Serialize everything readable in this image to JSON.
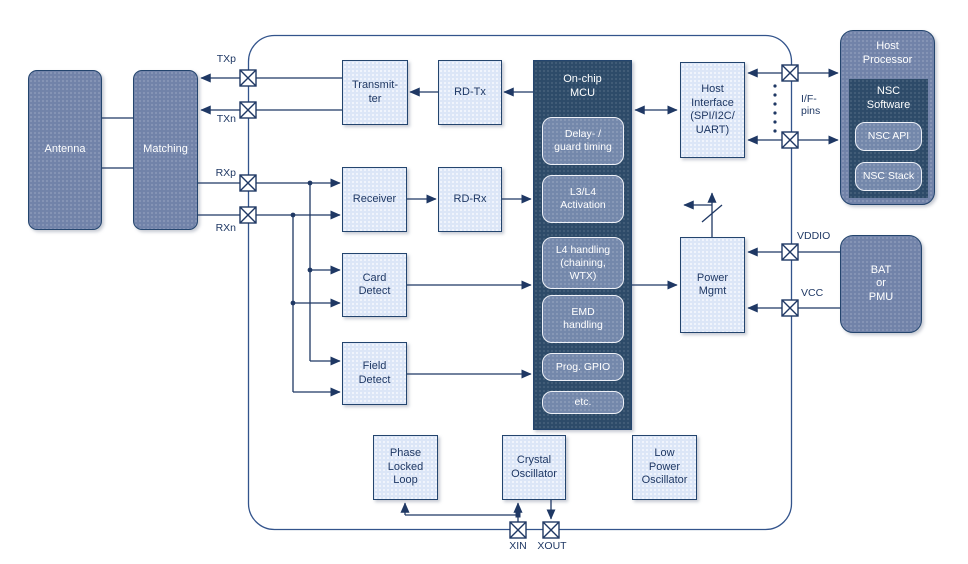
{
  "diagram": {
    "colors": {
      "line": "#1f3864",
      "block_light": "#dce6f7",
      "block_slate": "#7183a9",
      "block_dark": "#2d4b69",
      "text_dark": "#1f3864",
      "text_light": "#ffffff"
    },
    "blocks": {
      "antenna": {
        "label": "Antenna"
      },
      "matching": {
        "label": "Matching"
      },
      "transmitter": {
        "label": "Transmit-\nter"
      },
      "rd_tx": {
        "label": "RD-Tx"
      },
      "receiver": {
        "label": "Receiver"
      },
      "rd_rx": {
        "label": "RD-Rx"
      },
      "card_detect": {
        "label": "Card\nDetect"
      },
      "field_detect": {
        "label": "Field\nDetect"
      },
      "mcu": {
        "title": "On-chip\nMCU",
        "features": [
          "Delay- /\nguard timing",
          "L3/L4\nActivation",
          "L4 handling\n(chaining,\nWTX)",
          "EMD\nhandling",
          "Prog. GPIO",
          "etc."
        ]
      },
      "host_interface": {
        "label": "Host\nInterface\n(SPI/I2C/\nUART)"
      },
      "power_mgmt": {
        "label": "Power\nMgmt"
      },
      "host_processor": {
        "title": "Host\nProcessor",
        "software": {
          "title": "NSC\nSoftware",
          "items": [
            "NSC API",
            "NSC Stack"
          ]
        }
      },
      "bat_pmu": {
        "label": "BAT\nor\nPMU"
      },
      "pll": {
        "label": "Phase\nLocked\nLoop"
      },
      "crystal_osc": {
        "label": "Crystal\nOscillator"
      },
      "lp_osc": {
        "label": "Low\nPower\nOscillator"
      }
    },
    "pins": {
      "txp": "TXp",
      "txn": "TXn",
      "rxp": "RXp",
      "rxn": "RXn",
      "if_pins": "I/F-\npins",
      "vddio": "VDDIO",
      "vcc": "VCC",
      "xin": "XIN",
      "xout": "XOUT"
    }
  }
}
